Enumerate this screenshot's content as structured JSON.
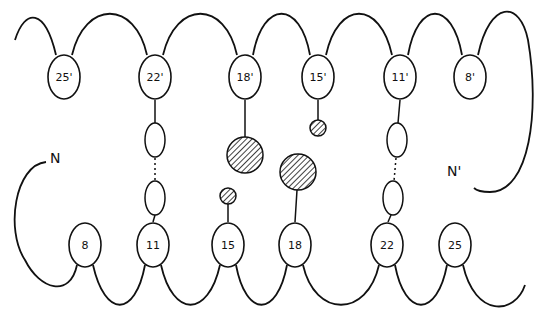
{
  "diagram": {
    "nodes": [
      {
        "text": [
          "25'"
        ]
      },
      {
        "text": [
          "22'"
        ]
      },
      {
        "text": [
          "18'"
        ]
      },
      {
        "text": [
          "15'"
        ]
      },
      {
        "text": [
          "11'"
        ]
      },
      {
        "text": [
          "8'"
        ]
      },
      {
        "text": [
          "8"
        ]
      },
      {
        "text": [
          "11"
        ]
      },
      {
        "text": [
          "15"
        ]
      },
      {
        "text": [
          "18"
        ]
      },
      {
        "text": [
          "22"
        ]
      },
      {
        "text": [
          "25"
        ]
      }
    ],
    "labels": [
      "N",
      "N'"
    ]
  }
}
